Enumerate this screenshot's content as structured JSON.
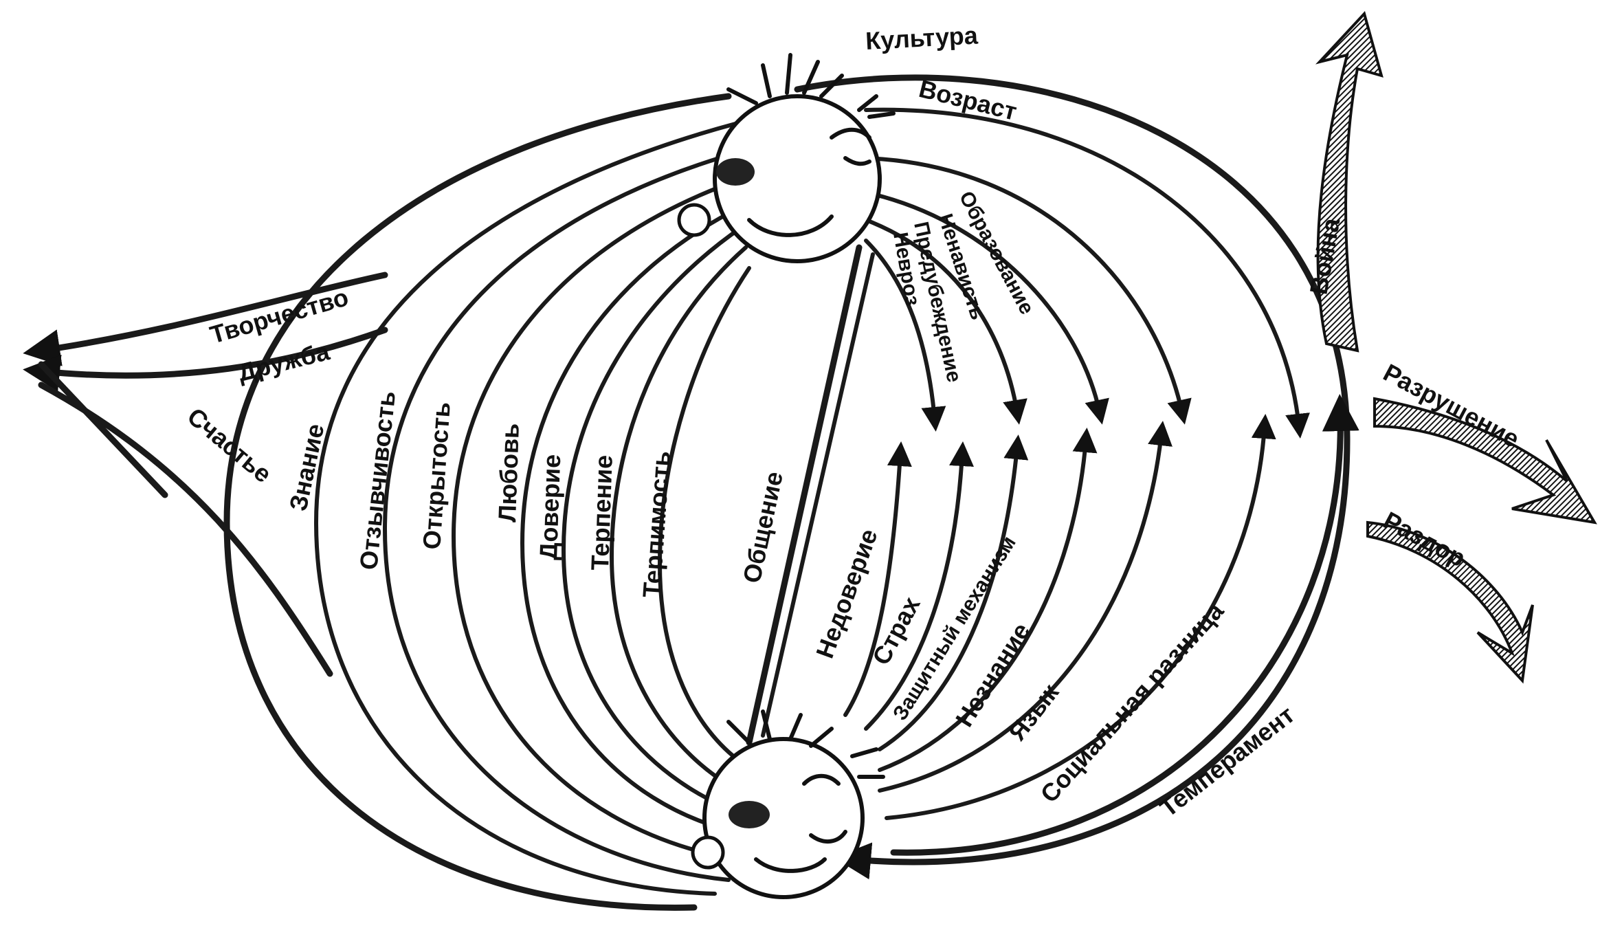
{
  "labels": {
    "kultura": "Культура",
    "vozrast": "Возраст",
    "obrazovanie": "Образование",
    "nenavist": "Ненависть",
    "predubezhdenie": "Предубеждение",
    "nevroz": "Невроз",
    "voina": "Война",
    "razrushenie": "Разрушение",
    "razdor": "Раздор",
    "tvorchestvo": "Творчество",
    "druzhba": "Дружба",
    "schastie": "Счастье",
    "znanie": "Знание",
    "otzyvchivost": "Отзывчивость",
    "otkrytost": "Открытость",
    "lyubov": "Любовь",
    "doverie": "Доверие",
    "terpenie": "Терпение",
    "terpimost": "Терпимость",
    "obshchenie": "Общение",
    "nedoverie": "Недоверие",
    "strakh": "Страх",
    "zashchitny": "Защитный механизм",
    "neznanie": "Незнание",
    "yazyk": "Язык",
    "socialnaya": "Социальная разница",
    "temperament": "Темперамент"
  },
  "icons": {
    "top_person": "smiling-face-icon",
    "bottom_person": "winking-face-icon"
  },
  "colors": {
    "ink": "#1a1a1a",
    "background": "#ffffff"
  }
}
